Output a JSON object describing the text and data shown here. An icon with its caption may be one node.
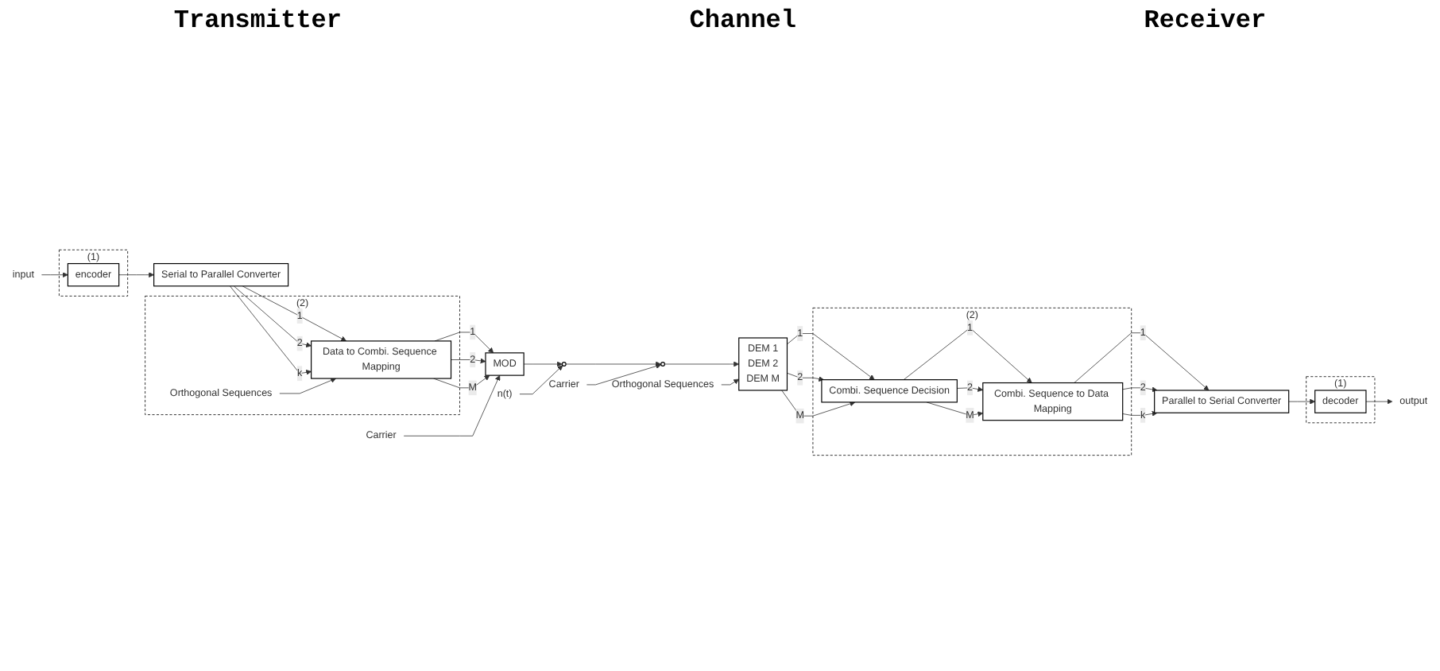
{
  "diagram": {
    "nodes": [
      {
        "text": [
          "(1)"
        ]
      },
      {
        "text": [
          "encoder"
        ],
        "in": 0
      },
      {
        "text": [
          "input"
        ]
      },
      {
        "text": [
          "Serial to Parallel Converter"
        ]
      },
      {
        "text": [
          "(2)"
        ]
      },
      {
        "text": [
          "Orthogonal Sequences"
        ],
        "in": 4
      },
      {
        "text": [
          "Data to Combi. Sequence Mapping"
        ],
        "in": 4
      },
      {
        "text": [
          "Carrier"
        ]
      },
      {
        "text": [
          "MOD"
        ]
      },
      {
        "text": [],
        "shape": "circle"
      },
      {
        "text": [
          "n(t)"
        ]
      },
      {
        "text": [],
        "shape": "circle"
      },
      {
        "text": [
          "Carrier"
        ]
      },
      {
        "text": [
          "DEM 1",
          "DEM 2",
          "DEM M"
        ]
      },
      {
        "text": [
          "Orthogonal Sequences"
        ]
      },
      {
        "text": [
          "(2)"
        ]
      },
      {
        "text": [
          "Combi. Sequence Decision"
        ],
        "in": 15
      },
      {
        "text": [
          "Combi. Sequence to Data Mapping"
        ],
        "in": 15
      },
      {
        "text": [
          "Parallel to Serial Converter"
        ]
      },
      {
        "text": [
          "(1)"
        ]
      },
      {
        "text": [
          "decoder"
        ],
        "in": 19
      },
      {
        "text": [
          "output"
        ]
      }
    ],
    "edges": [
      {
        "from": 2,
        "to": 1,
        "arrow": "to"
      },
      {
        "from": 1,
        "to": 3,
        "arrow": "to"
      },
      {
        "from": 3,
        "to": 6,
        "arrow": "to",
        "label": "1"
      },
      {
        "from": 3,
        "to": 6,
        "arrow": "to",
        "label": "2"
      },
      {
        "from": 3,
        "to": 6,
        "arrow": "to",
        "label": "k"
      },
      {
        "from": 5,
        "to": 6,
        "arrow": "to"
      },
      {
        "from": 6,
        "to": 8,
        "arrow": "to",
        "label": "1"
      },
      {
        "from": 6,
        "to": 8,
        "arrow": "to",
        "label": "2"
      },
      {
        "from": 6,
        "to": 8,
        "arrow": "to",
        "label": "M"
      },
      {
        "from": 7,
        "to": 8,
        "arrow": "to"
      },
      {
        "from": 8,
        "to": 9,
        "arrow": "to"
      },
      {
        "from": 10,
        "to": 9,
        "arrow": "to"
      },
      {
        "from": 9,
        "to": 11,
        "arrow": "to"
      },
      {
        "from": 12,
        "to": 11,
        "arrow": "to"
      },
      {
        "from": 11,
        "to": 13,
        "arrow": "to"
      },
      {
        "from": 14,
        "to": 13,
        "arrow": "to"
      },
      {
        "from": 13,
        "to": 16,
        "arrow": "to",
        "label": "1"
      },
      {
        "from": 13,
        "to": 16,
        "arrow": "to",
        "label": "2"
      },
      {
        "from": 13,
        "to": 16,
        "arrow": "to",
        "label": "M"
      },
      {
        "from": 16,
        "to": 17,
        "arrow": "to",
        "label": "1"
      },
      {
        "from": 16,
        "to": 17,
        "arrow": "to",
        "label": "2"
      },
      {
        "from": 16,
        "to": 17,
        "arrow": "to",
        "label": "M"
      },
      {
        "from": 17,
        "to": 18,
        "arrow": "to",
        "label": "1"
      },
      {
        "from": 17,
        "to": 18,
        "arrow": "to",
        "label": "2"
      },
      {
        "from": 17,
        "to": 18,
        "arrow": "to",
        "label": "k"
      },
      {
        "from": 18,
        "to": 20,
        "arrow": "to"
      },
      {
        "from": 20,
        "to": 21,
        "arrow": "to"
      }
    ],
    "labels": [
      "Transmitter",
      "Channel",
      "Receiver"
    ]
  }
}
